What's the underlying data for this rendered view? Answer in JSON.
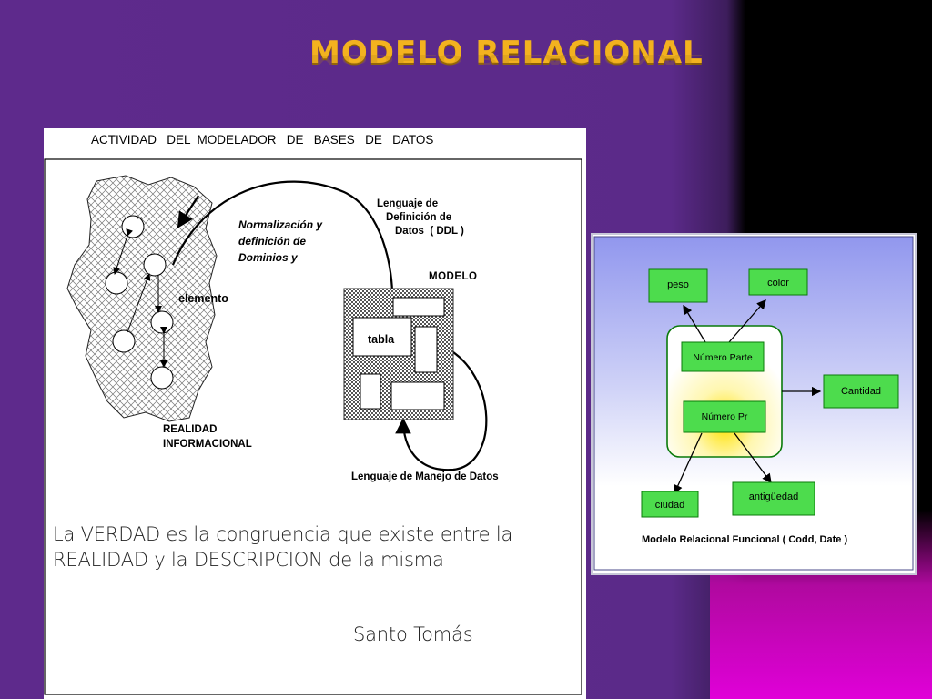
{
  "slide": {
    "title": "MODELO RELACIONAL"
  },
  "left_figure": {
    "header": "ACTIVIDAD   DEL  MODELADOR   DE   BASES   DE   DATOS",
    "norm_lines": [
      "Normalización y",
      "definición de",
      "Dominios y"
    ],
    "ddl_lines": [
      "Lenguaje de",
      "Definición de",
      "Datos  ( DDL )"
    ],
    "element_label": "elemento",
    "model_label": "MODELO",
    "table_label": "tabla",
    "reality_lines": [
      "REALIDAD",
      "INFORMACIONAL"
    ],
    "dml_label": "Lenguaje de Manejo de Datos",
    "quote_lines": [
      "La VERDAD es la congruencia que existe entre la",
      "REALIDAD y la DESCRIPCION de la misma"
    ],
    "author": "Santo Tomás"
  },
  "right_figure": {
    "entity_boxes": [
      "Número Parte",
      "Número Pr"
    ],
    "attributes": [
      "peso",
      "color",
      "Cantidad",
      "ciudad",
      "antigüedad"
    ],
    "caption": "Modelo Relacional Funcional ( Codd, Date )"
  },
  "colors": {
    "title": "#f3b21f",
    "attribute_fill": "#4ddc4d",
    "entity_border": "#0a7a0a",
    "diagram_bg_top": "#9aa0f0",
    "pink": "#e000d8"
  }
}
